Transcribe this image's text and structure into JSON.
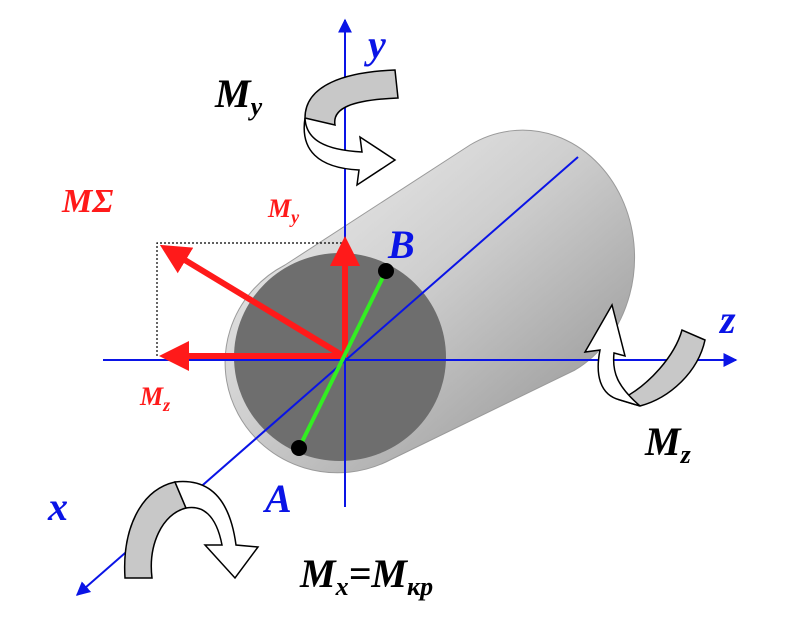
{
  "axes": {
    "x": "x",
    "y": "y",
    "z": "z"
  },
  "points": {
    "a": "A",
    "b": "B"
  },
  "moments": {
    "my_main": "M",
    "my_main_sub": "y",
    "mz_main": "M",
    "mz_main_sub": "z",
    "mx_eq": "M",
    "mx_eq_sub": "x",
    "mx_eq_mid": "=M",
    "mx_eq_sub2": "кр",
    "msigma": "MΣ",
    "my_small": "M",
    "my_small_sub": "y",
    "mz_small": "M",
    "mz_small_sub": "z"
  },
  "colors": {
    "axis": "#0a14e6",
    "vector": "#ff1a1a",
    "segment": "#33ee22",
    "cylinder_face": "#6e6e6e",
    "cylinder_body": "#cfcfcf",
    "band": "#c8c8c8"
  }
}
